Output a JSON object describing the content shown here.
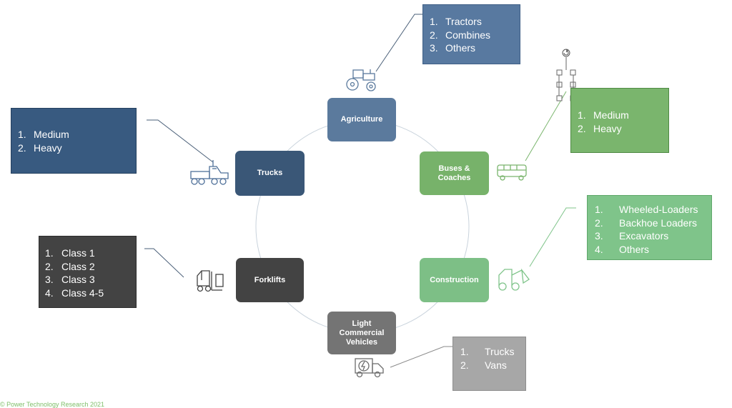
{
  "colors": {
    "agriculture": "#5b7a9d",
    "trucks": "#3a5777",
    "forklifts": "#434343",
    "lcv": "#747474",
    "buses": "#77b26a",
    "construction": "#7dbf86",
    "agriculture_callout": "#5879a0",
    "trucks_callout": "#385a80",
    "forklifts_callout": "#434343",
    "lcv_callout": "#a7a7a7",
    "buses_callout": "#7ab56d",
    "construction_callout": "#7fc48a",
    "ring": "#c9d3dc",
    "connector": "#4a5f78",
    "connector_green": "#7ab56d"
  },
  "nodes": {
    "agriculture": "Agriculture",
    "trucks": "Trucks",
    "buses": "Buses &\nCoaches",
    "forklifts": "Forklifts",
    "construction": "Construction",
    "lcv": "Light\nCommercial\nVehicles"
  },
  "callouts": {
    "agriculture": [
      {
        "num": "1.",
        "text": "Tractors"
      },
      {
        "num": "2.",
        "text": "Combines"
      },
      {
        "num": "3.",
        "text": "Others"
      }
    ],
    "trucks": [
      {
        "num": "1.",
        "text": "Medium"
      },
      {
        "num": "2.",
        "text": "Heavy"
      }
    ],
    "buses": [
      {
        "num": "1.",
        "text": "Medium"
      },
      {
        "num": "2.",
        "text": "Heavy"
      }
    ],
    "construction": [
      {
        "num": "1.",
        "text": "Wheeled-Loaders"
      },
      {
        "num": "2.",
        "text": "Backhoe Loaders"
      },
      {
        "num": "3.",
        "text": "Excavators"
      },
      {
        "num": "4.",
        "text": "Others"
      }
    ],
    "forklifts": [
      {
        "num": "1.",
        "text": "Class 1"
      },
      {
        "num": "2.",
        "text": "Class 2"
      },
      {
        "num": "3.",
        "text": "Class 3"
      },
      {
        "num": "4.",
        "text": "Class 4-5"
      }
    ],
    "lcv": [
      {
        "num": "1.",
        "text": "Trucks"
      },
      {
        "num": "2.",
        "text": "Vans"
      }
    ]
  },
  "icons": {
    "agriculture": "tractor-icon",
    "trucks": "semi-truck-icon",
    "buses": "bus-icon",
    "construction": "loader-icon",
    "forklifts": "forklift-icon",
    "lcv": "electric-van-icon",
    "selection": "rotate-handle-icon"
  },
  "footer": "© Power Technology Research 2021"
}
